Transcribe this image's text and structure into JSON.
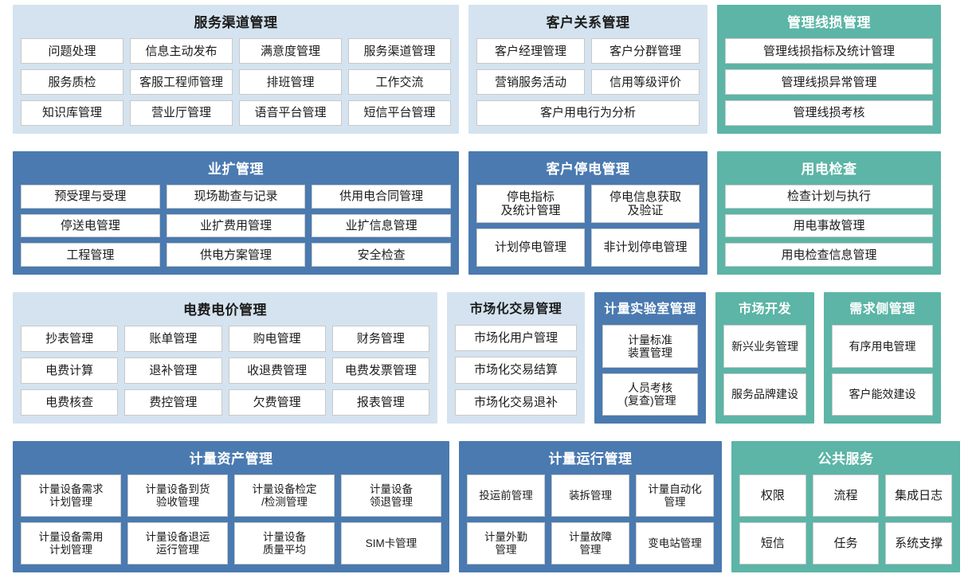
{
  "theme": {
    "blue_light": "#d4e3ef",
    "blue_dark": "#4a7ab0",
    "teal": "#5cb5a6",
    "tile_bg": "#ffffff",
    "tile_border": "#c9c9c9"
  },
  "panels": {
    "service_channel": {
      "title": "服务渠道管理",
      "color": "blue_light",
      "rows": [
        [
          "问题处理",
          "信息主动发布",
          "满意度管理",
          "服务渠道管理"
        ],
        [
          "服务质检",
          "客服工程师管理",
          "排班管理",
          "工作交流"
        ],
        [
          "知识库管理",
          "营业厅管理",
          "语音平台管理",
          "短信平台管理"
        ]
      ]
    },
    "customer_relation": {
      "title": "客户关系管理",
      "color": "blue_light",
      "rows": [
        [
          "客户经理管理",
          "客户分群管理"
        ],
        [
          "营销服务活动",
          "信用等级评价"
        ],
        [
          "客户用电行为分析"
        ]
      ]
    },
    "line_loss": {
      "title": "管理线损管理",
      "color": "teal",
      "rows": [
        [
          "管理线损指标及统计管理"
        ],
        [
          "管理线损异常管理"
        ],
        [
          "管理线损考核"
        ]
      ]
    },
    "business_expansion": {
      "title": "业扩管理",
      "color": "blue_dark",
      "rows": [
        [
          "预受理与受理",
          "现场勘查与记录",
          "供用电合同管理"
        ],
        [
          "停送电管理",
          "业扩费用管理",
          "业扩信息管理"
        ],
        [
          "工程管理",
          "供电方案管理",
          "安全检查"
        ]
      ]
    },
    "customer_outage": {
      "title": "客户停电管理",
      "color": "blue_dark",
      "rows": [
        [
          "停电指标\n及统计管理",
          "停电信息获取\n及验证"
        ],
        [
          "计划停电管理",
          "非计划停电管理"
        ]
      ]
    },
    "power_inspection": {
      "title": "用电检查",
      "color": "teal",
      "rows": [
        [
          "检查计划与执行"
        ],
        [
          "用电事故管理"
        ],
        [
          "用电检查信息管理"
        ]
      ]
    },
    "electricity_fee": {
      "title": "电费电价管理",
      "color": "blue_light",
      "rows": [
        [
          "抄表管理",
          "账单管理",
          "购电管理",
          "财务管理"
        ],
        [
          "电费计算",
          "退补管理",
          "收退费管理",
          "电费发票管理"
        ],
        [
          "电费核查",
          "费控管理",
          "欠费管理",
          "报表管理"
        ]
      ]
    },
    "market_trading": {
      "title": "市场化交易管理",
      "color": "blue_light",
      "rows": [
        [
          "市场化用户管理"
        ],
        [
          "市场化交易结算"
        ],
        [
          "市场化交易退补"
        ]
      ]
    },
    "metering_lab": {
      "title": "计量实验室管理",
      "color": "blue_dark",
      "rows": [
        [
          "计量标准\n装置管理"
        ],
        [
          "人员考核\n(复查)管理"
        ]
      ]
    },
    "market_development": {
      "title": "市场开发",
      "color": "teal",
      "rows": [
        [
          "新兴业务管理"
        ],
        [
          "服务品牌建设"
        ]
      ]
    },
    "demand_side": {
      "title": "需求侧管理",
      "color": "teal",
      "rows": [
        [
          "有序用电管理"
        ],
        [
          "客户能效建设"
        ]
      ]
    },
    "metering_asset": {
      "title": "计量资产管理",
      "color": "blue_dark",
      "rows": [
        [
          "计量设备需求\n计划管理",
          "计量设备到货\n验收管理",
          "计量设备检定\n/检测管理",
          "计量设备\n领退管理"
        ],
        [
          "计量设备需用\n计划管理",
          "计量设备退运\n运行管理",
          "计量设备\n质量平均",
          "SIM卡管理"
        ]
      ]
    },
    "metering_operation": {
      "title": "计量运行管理",
      "color": "blue_dark",
      "rows": [
        [
          "投运前管理",
          "装拆管理",
          "计量自动化\n管理"
        ],
        [
          "计量外勤\n管理",
          "计量故障\n管理",
          "变电站管理"
        ]
      ]
    },
    "public_service": {
      "title": "公共服务",
      "color": "teal",
      "rows": [
        [
          "权限",
          "流程",
          "集成日志"
        ],
        [
          "短信",
          "任务",
          "系统支撑"
        ]
      ]
    }
  }
}
